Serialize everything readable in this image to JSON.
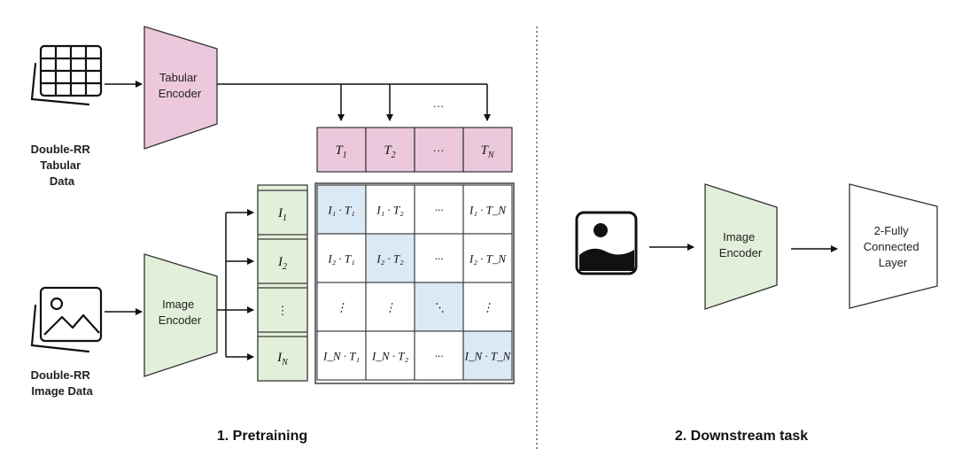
{
  "pretraining": {
    "tabular_icon_label": [
      "Double-RR",
      "Tabular",
      "Data"
    ],
    "image_icon_label": [
      "Double-RR",
      "Image Data"
    ],
    "tabular_encoder": [
      "Tabular",
      "Encoder"
    ],
    "image_encoder": [
      "Image",
      "Encoder"
    ],
    "top_dots": "···",
    "text_embeddings": [
      {
        "base": "T",
        "sub": "1"
      },
      {
        "base": "T",
        "sub": "2"
      },
      {
        "base": "···",
        "sub": ""
      },
      {
        "base": "T",
        "sub": "N"
      }
    ],
    "image_embeddings": [
      {
        "base": "I",
        "sub": "1"
      },
      {
        "base": "I",
        "sub": "2"
      },
      {
        "base": "⋮",
        "sub": ""
      },
      {
        "base": "I",
        "sub": "N"
      }
    ],
    "matrix": [
      [
        "I₁ · T₁",
        "I₁ · T₂",
        "···",
        "I₁ · T_N"
      ],
      [
        "I₂ · T₁",
        "I₂ · T₂",
        "···",
        "I₂ · T_N"
      ],
      [
        "⋮",
        "⋮",
        "⋱",
        "⋮"
      ],
      [
        "I_N · T₁",
        "I_N · T₂",
        "···",
        "I_N · T_N"
      ]
    ],
    "title": "1. Pretraining"
  },
  "downstream": {
    "image_encoder": [
      "Image",
      "Encoder"
    ],
    "fc_layer": [
      "2-Fully",
      "Connected",
      "Layer"
    ],
    "title": "2. Downstream task"
  },
  "colors": {
    "pink": "#ecc8dc",
    "green": "#e2efd9",
    "blue": "#dbe9f5",
    "stroke": "#333333"
  }
}
